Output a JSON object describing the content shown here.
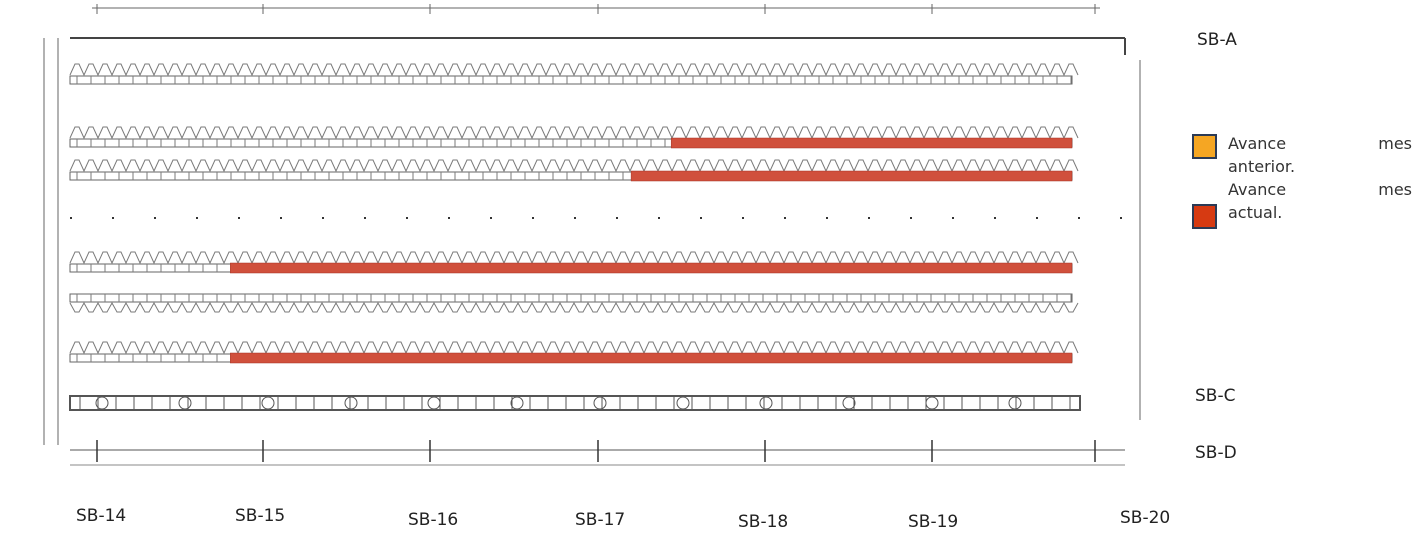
{
  "drawing": {
    "column_axes": [
      "SB-14",
      "SB-15",
      "SB-16",
      "SB-17",
      "SB-18",
      "SB-19",
      "SB-20"
    ],
    "row_axes": [
      "SB-A",
      "SB-C",
      "SB-D"
    ]
  },
  "legend": {
    "items": [
      {
        "word1": "Avance",
        "word2": "mes",
        "word3": "anterior.",
        "color": "#f5a623"
      },
      {
        "word1": "Avance",
        "word2": "mes",
        "word3": "actual.",
        "color": "#d63a12"
      }
    ]
  },
  "progress_bars": [
    {
      "row": 1,
      "start_axis_fraction": 0.6,
      "status": "actual"
    },
    {
      "row": 2,
      "start_axis_fraction": 0.56,
      "status": "actual"
    },
    {
      "row": 3,
      "start_axis_fraction": 0.16,
      "status": "actual"
    },
    {
      "row": 5,
      "start_axis_fraction": 0.16,
      "status": "actual"
    }
  ],
  "colors": {
    "actual": "#d63a12",
    "bar_fill": "#d0503c",
    "line": "#555555"
  }
}
